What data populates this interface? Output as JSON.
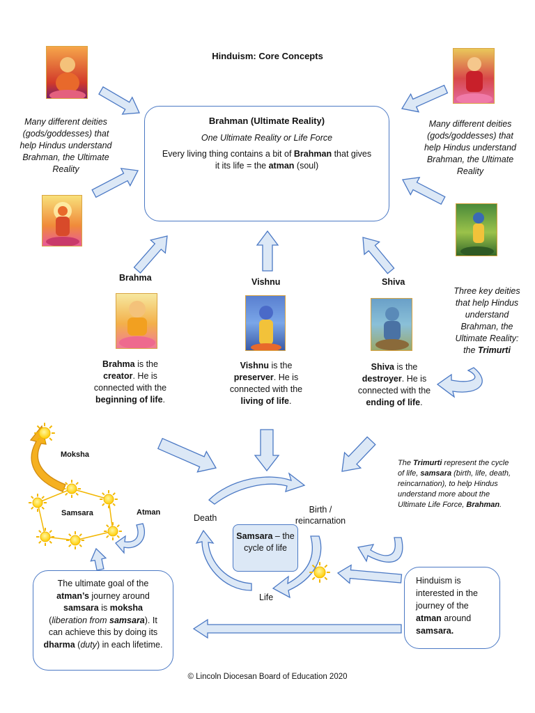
{
  "title": "Hinduism: Core Concepts",
  "brahman_box": {
    "heading": "Brahman (Ultimate Reality)",
    "subtitle": "One Ultimate Reality or Life Force",
    "line1_pre": "Every living thing contains a bit of ",
    "line1_bold": "Brahman",
    "line1_post": " that gives",
    "line2_pre": "it its life = the ",
    "line2_bold": "atman",
    "line2_post": " (soul)"
  },
  "deities_note_left": "Many different deities (gods/goddesses) that help Hindus understand Brahman, the Ultimate Reality",
  "deities_note_right": "Many different deities (gods/goddesses) that help Hindus understand Brahman, the Ultimate Reality",
  "trimurti_note": {
    "text": "Three key deities that help Hindus understand Brahman, the Ultimate Reality: the",
    "bold": "Trimurti"
  },
  "brahma": {
    "label": "Brahma",
    "desc": [
      {
        "t": "Brahma",
        "b": true
      },
      {
        "t": " is the ",
        "b": false
      },
      {
        "t": "creator",
        "b": true
      },
      {
        "t": ". He is connected with the ",
        "b": false
      },
      {
        "t": "beginning of life",
        "b": true
      },
      {
        "t": ".",
        "b": false
      }
    ]
  },
  "vishnu": {
    "label": "Vishnu",
    "desc": [
      {
        "t": "Vishnu",
        "b": true
      },
      {
        "t": " is the ",
        "b": false
      },
      {
        "t": "preserver",
        "b": true
      },
      {
        "t": ". He is connected with the ",
        "b": false
      },
      {
        "t": "living of life",
        "b": true
      },
      {
        "t": ".",
        "b": false
      }
    ]
  },
  "shiva": {
    "label": "Shiva",
    "desc": [
      {
        "t": "Shiva",
        "b": true
      },
      {
        "t": " is the ",
        "b": false
      },
      {
        "t": "destroyer",
        "b": true
      },
      {
        "t": ". He is connected with the ",
        "b": false
      },
      {
        "t": "ending of life",
        "b": true
      },
      {
        "t": ".",
        "b": false
      }
    ]
  },
  "trimurti_cycle_note": [
    {
      "t": "The ",
      "b": false,
      "i": true
    },
    {
      "t": "Trimurti",
      "b": true,
      "i": true
    },
    {
      "t": " represent the cycle of life, ",
      "b": false,
      "i": true
    },
    {
      "t": "samsara",
      "b": true,
      "i": true
    },
    {
      "t": " (birth, life, death, reincarnation), to help Hindus understand more about the Ultimate Life Force, ",
      "b": false,
      "i": true
    },
    {
      "t": "Brahman",
      "b": true,
      "i": true
    },
    {
      "t": ".",
      "b": false,
      "i": true
    }
  ],
  "cycle": {
    "death": "Death",
    "birth": "Birth /\nreincarnation",
    "life": "Life",
    "samsara_box_bold": "Samsara",
    "samsara_box_rest": " – the cycle of life"
  },
  "sun_diagram": {
    "moksha": "Moksha",
    "samsara": "Samsara",
    "atman": "Atman"
  },
  "goal_box": [
    {
      "t": "The ultimate goal of the ",
      "b": false,
      "i": false
    },
    {
      "t": "atman’s",
      "b": true,
      "i": false
    },
    {
      "t": " journey around ",
      "b": false,
      "i": false
    },
    {
      "t": "samsara",
      "b": true,
      "i": false
    },
    {
      "t": " is ",
      "b": false,
      "i": false
    },
    {
      "t": "moksha",
      "b": true,
      "i": false
    },
    {
      "t": " (",
      "b": false,
      "i": false
    },
    {
      "t": "liberation from ",
      "b": false,
      "i": true
    },
    {
      "t": "samsara",
      "b": true,
      "i": true
    },
    {
      "t": "). It can achieve this by doing its ",
      "b": false,
      "i": false
    },
    {
      "t": "dharma",
      "b": true,
      "i": false
    },
    {
      "t": " (",
      "b": false,
      "i": false
    },
    {
      "t": "duty",
      "b": false,
      "i": true
    },
    {
      "t": ") in each lifetime.",
      "b": false,
      "i": false
    }
  ],
  "journey_box": [
    {
      "t": "Hinduism is interested in the journey of the ",
      "b": false
    },
    {
      "t": "atman",
      "b": true
    },
    {
      "t": " around ",
      "b": false
    },
    {
      "t": "samsara.",
      "b": true
    }
  ],
  "footer": "© Lincoln Diocesan Board of Education 2020",
  "colors": {
    "box_border": "#4a78c4",
    "arrow_fill": "#dce8f6",
    "arrow_stroke": "#4a78c4",
    "sun": "#ffd21a",
    "sun_ray": "#f2b600",
    "orange_arrow": "#f5b020"
  }
}
